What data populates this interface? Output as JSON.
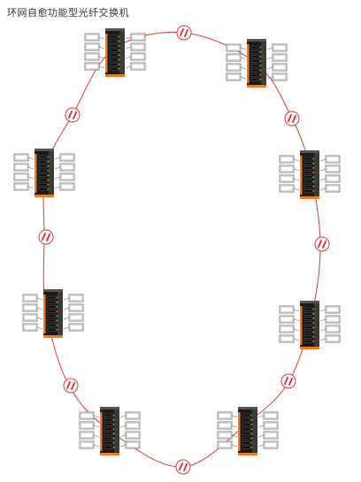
{
  "title": "环网自愈功能型光纤交换机",
  "colors": {
    "ring": "#e0383c",
    "switch_body": "#1a1a1a",
    "switch_body_light": "#3a3a3a",
    "switch_accent": "#f07a1c",
    "port_led": "#7ec44a",
    "terminal_stroke": "#6a6a6a",
    "terminal_fill": "#ffffff",
    "connector_fill": "#ffffff"
  },
  "diagram": {
    "switch_count": 8,
    "ring_segment_markers": 8,
    "devices_per_switch": 8,
    "icons": {
      "switch": "industrial-switch-icon",
      "terminal": "terminal-device-icon",
      "link_marker": "fiber-link-icon"
    }
  }
}
